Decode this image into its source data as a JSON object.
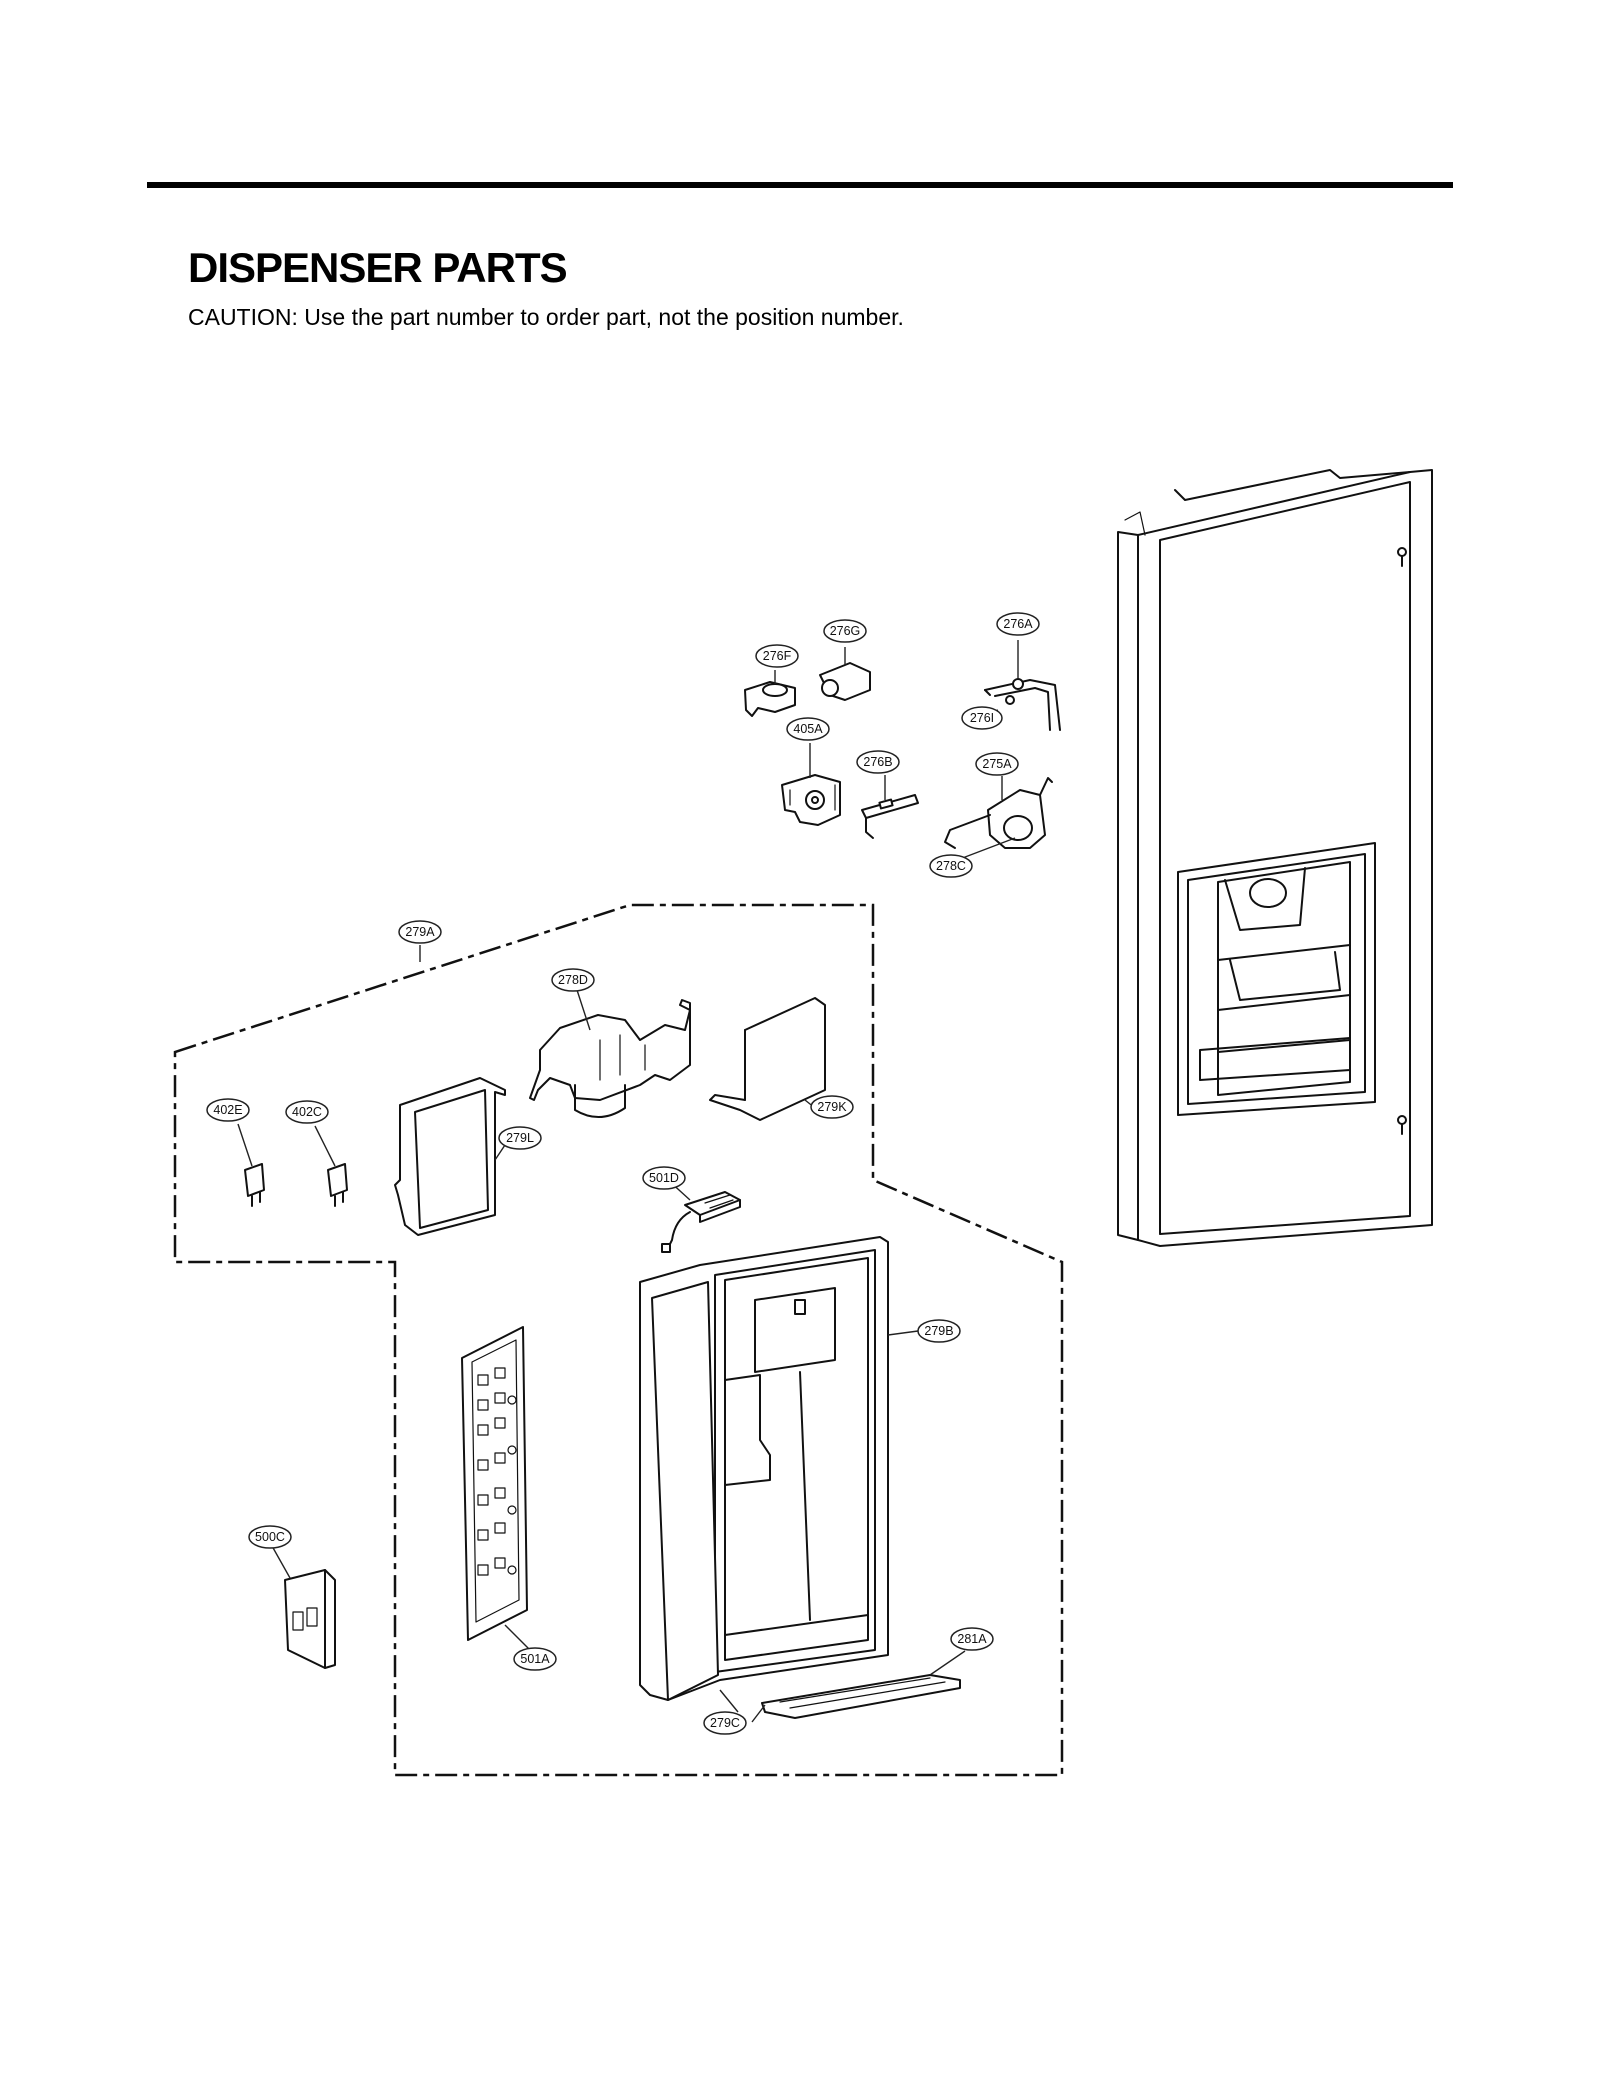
{
  "page": {
    "title": "DISPENSER PARTS",
    "caution": "CAUTION: Use the part number to order part, not the position number."
  },
  "callouts": {
    "c276G": "276G",
    "c276A": "276A",
    "c276F": "276F",
    "c276I": "276I",
    "c405A": "405A",
    "c276B": "276B",
    "c275A": "275A",
    "c278C": "278C",
    "c279A": "279A",
    "c278D": "278D",
    "c279K": "279K",
    "c402E": "402E",
    "c402C": "402C",
    "c279L": "279L",
    "c501D": "501D",
    "c279B": "279B",
    "c500C": "500C",
    "c501A": "501A",
    "c281A": "281A",
    "c279C": "279C"
  }
}
